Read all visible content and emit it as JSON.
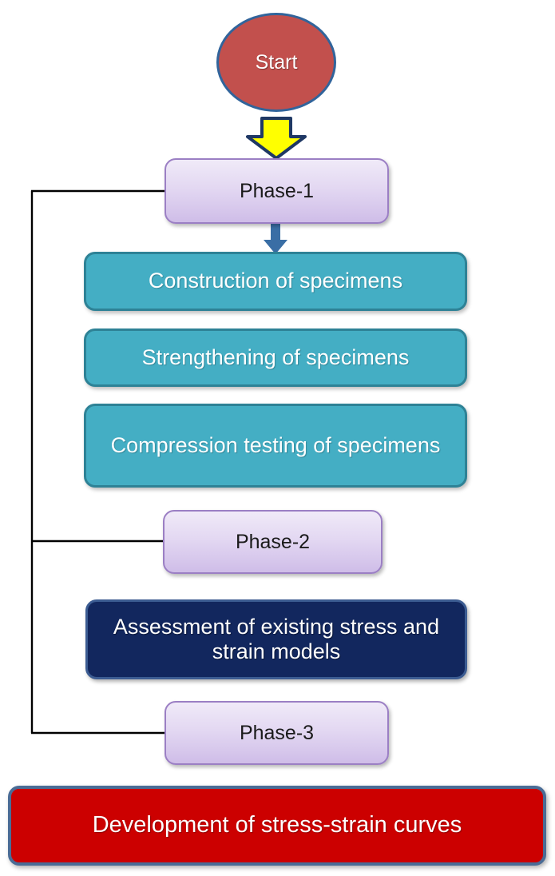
{
  "diagram": {
    "title": "Research phases flowchart",
    "colors": {
      "start_fill": "#c2504d",
      "start_border": "#31649b",
      "phase_fill": "#e3d8f2",
      "phase_border": "#9b7fc4",
      "process_fill": "#44aec4",
      "process_border": "#2e8296",
      "assessment_fill": "#12275e",
      "assessment_border": "#3c5c92",
      "result_fill": "#cc0000",
      "result_border": "#4a6c96",
      "block_arrow_fill": "#ffff00",
      "block_arrow_border": "#1f3864",
      "arrow_blue": "#3a6ea5",
      "connector_line": "#000000"
    },
    "nodes": {
      "start": "Start",
      "phase_1": "Phase-1",
      "phase_2": "Phase-2",
      "phase_3": "Phase-3",
      "construction": "Construction of specimens",
      "strengthening": "Strengthening of specimens",
      "compression": "Compression testing of specimens",
      "assessment": "Assessment of existing stress and strain models",
      "development": "Development of stress-strain curves"
    },
    "icons": {
      "block_arrow": "down-block-arrow-icon",
      "blue_arrow": "down-arrow-icon",
      "spine": "connector-spine"
    }
  }
}
